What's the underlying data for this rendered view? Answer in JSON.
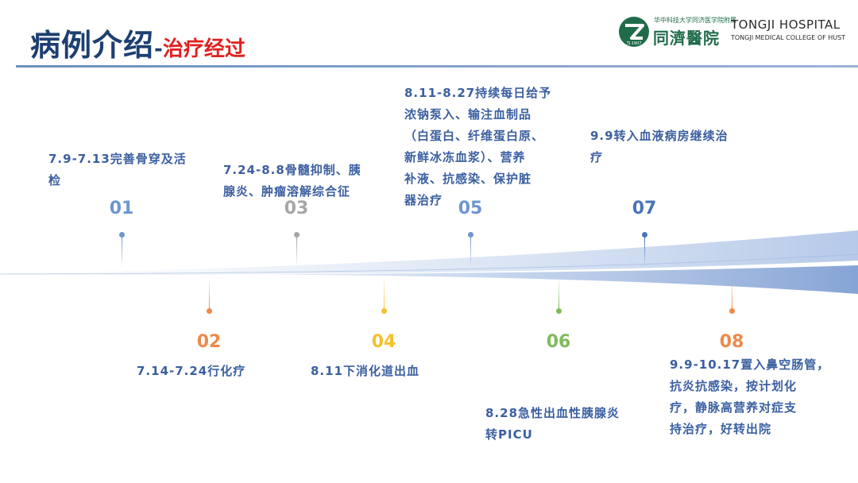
{
  "header": {
    "title_main": "病例介绍",
    "title_dash": "-",
    "title_sub": "治疗经过"
  },
  "logo": {
    "mark_text": "TJ·1907",
    "top_text": "华中科技大学同济医学院附属",
    "cn_text": "同濟醫院",
    "en_title": "TONGJI HOSPITAL",
    "en_sub": "TONGJI MEDICAL COLLEGE OF HUST",
    "color": "#1f6b4a"
  },
  "timeline": {
    "colors": {
      "01": "#6f95cf",
      "02": "#ee8a4a",
      "03": "#a6a6a6",
      "04": "#f4c12e",
      "05": "#6f95cf",
      "06": "#7fbb5a",
      "07": "#4a74b8",
      "08": "#ee8a4a",
      "text": "#3b5fa0"
    },
    "items": [
      {
        "number": "01",
        "lines": [
          "7.9-7.13完善骨穿及活",
          "检"
        ]
      },
      {
        "number": "02",
        "lines": [
          "7.14-7.24行化疗"
        ]
      },
      {
        "number": "03",
        "lines": [
          "7.24-8.8骨髓抑制、胰",
          "腺炎、肿瘤溶解综合征"
        ]
      },
      {
        "number": "04",
        "lines": [
          "8.11下消化道出血"
        ]
      },
      {
        "number": "05",
        "lines": [
          "8.11-8.27持续每日给予",
          "浓钠泵入、输注血制品",
          "（白蛋白、纤维蛋白原、",
          "新鲜冰冻血浆）、营养",
          "补液、抗感染、保护脏",
          "器治疗"
        ]
      },
      {
        "number": "06",
        "lines": [
          "8.28急性出血性胰腺炎",
          "转PICU"
        ]
      },
      {
        "number": "07",
        "lines": [
          "9.9转入血液病房继续治",
          "疗"
        ]
      },
      {
        "number": "08",
        "lines": [
          "9.9-10.17置入鼻空肠管，",
          "抗炎抗感染，按计划化",
          "疗，静脉高营养对症支",
          "持治疗，好转出院"
        ]
      }
    ]
  }
}
